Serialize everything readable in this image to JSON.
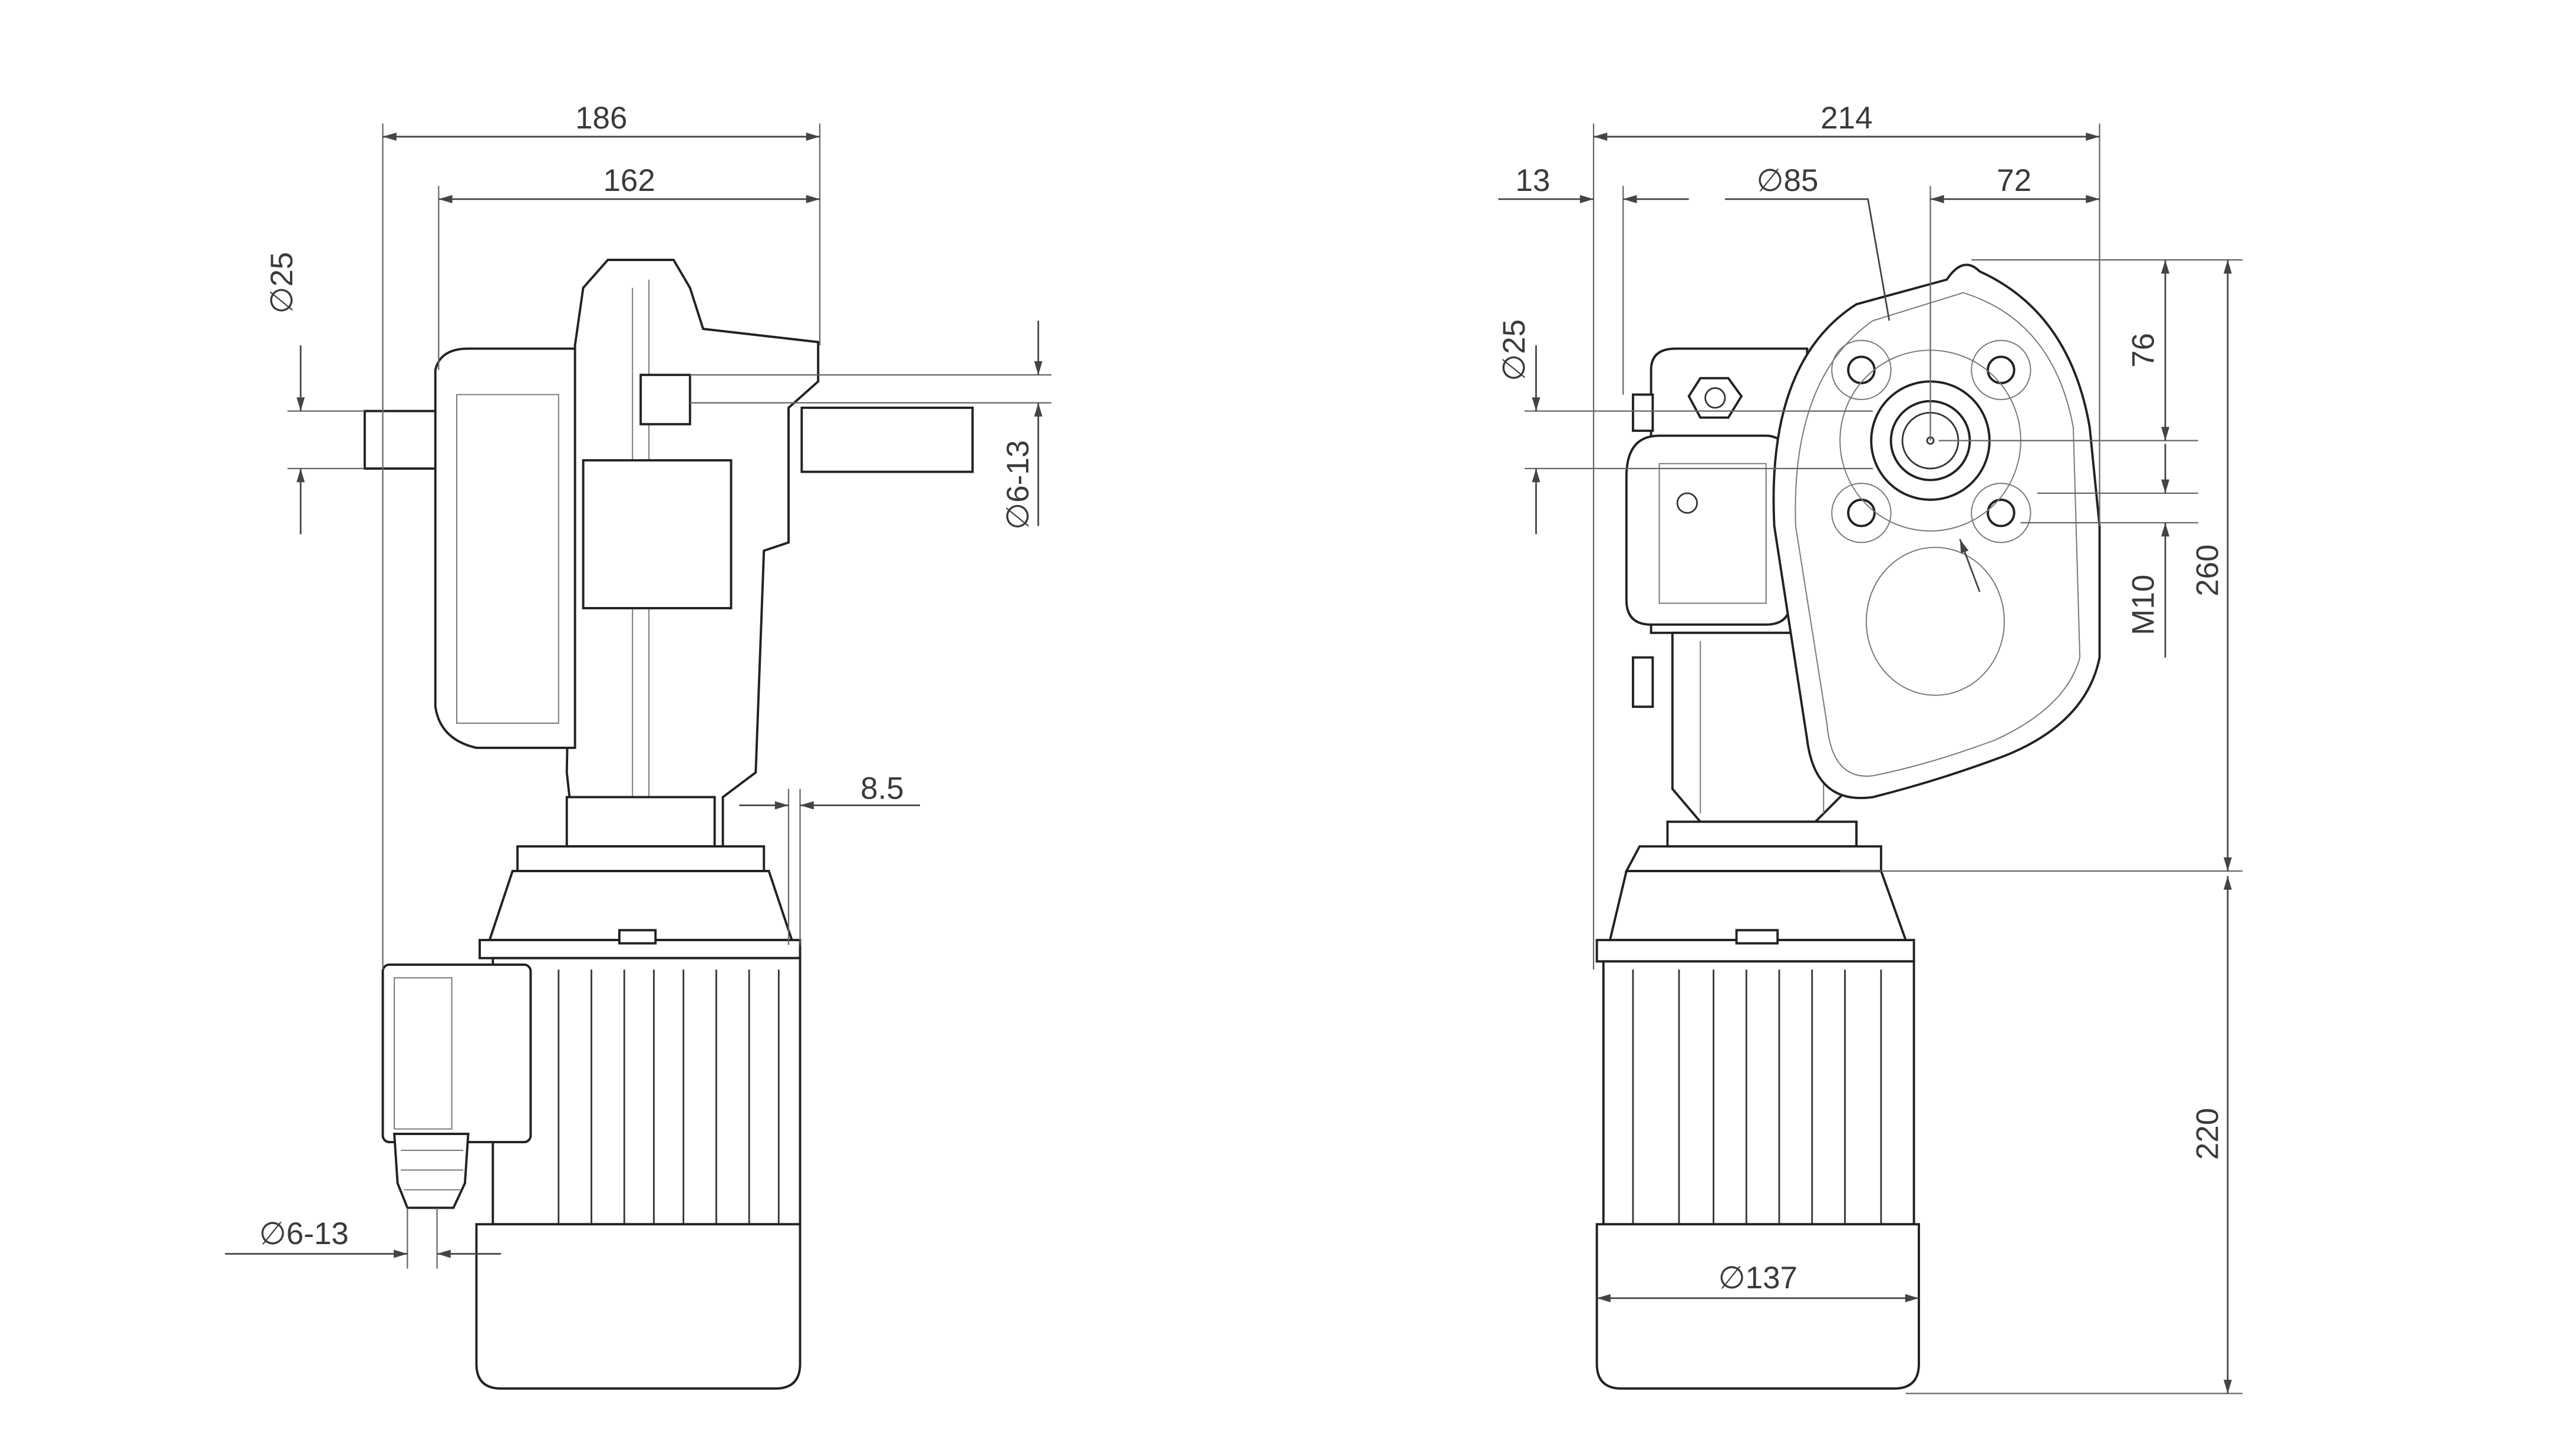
{
  "side_view": {
    "dims": {
      "overall_width": "186",
      "gearbox_width": "162",
      "shaft_diameter": "∅25",
      "cable_gland_top": "∅6-13",
      "offset": "8.5",
      "cable_gland_bottom": "∅6-13"
    }
  },
  "front_view": {
    "dims": {
      "overall_width": "214",
      "left_offset": "13",
      "bolt_circle": "∅85",
      "shaft_to_edge": "72",
      "shaft_diameter": "∅25",
      "shaft_height": "76",
      "gearbox_height": "260",
      "thread": "M10",
      "motor_height": "220",
      "motor_diameter": "∅137"
    }
  }
}
